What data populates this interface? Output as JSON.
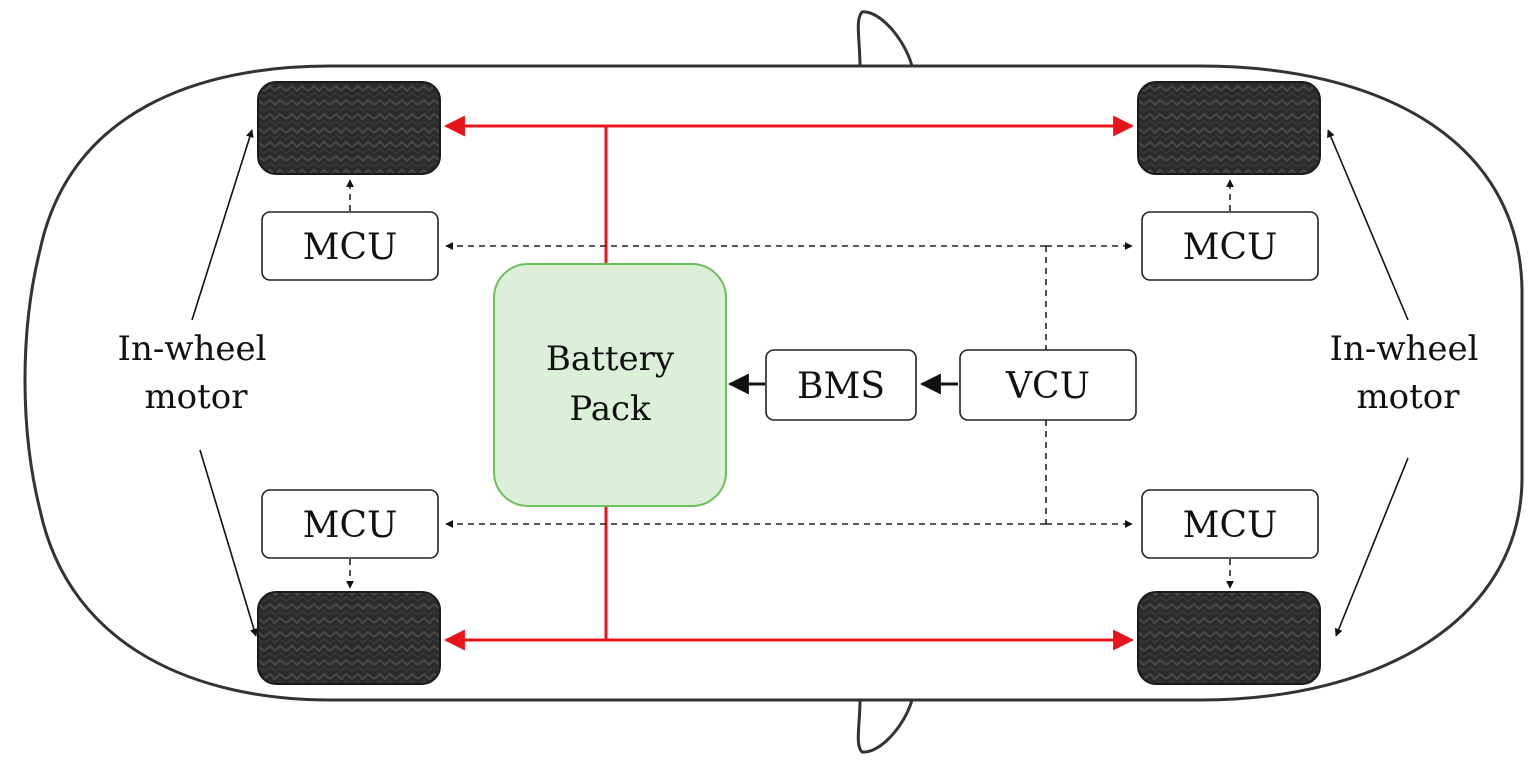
{
  "diagram": {
    "battery": {
      "line1": "Battery",
      "line2": "Pack",
      "fill": "#dcefd8",
      "stroke": "#6cbf5c"
    },
    "bms": {
      "label": "BMS"
    },
    "vcu": {
      "label": "VCU"
    },
    "mcu_front_left": {
      "label": "MCU"
    },
    "mcu_front_right": {
      "label": "MCU"
    },
    "mcu_rear_left": {
      "label": "MCU"
    },
    "mcu_rear_right": {
      "label": "MCU"
    },
    "motor_left": {
      "line1": "In-wheel",
      "line2": "motor"
    },
    "motor_right": {
      "line1": "In-wheel",
      "line2": "motor"
    },
    "colors": {
      "power_line": "#e8141b",
      "signal_line": "#222222",
      "outline": "#333333",
      "tire": "#2a2a2a"
    },
    "icons": {
      "wheel": "tire-icon",
      "car": "car-outline-icon"
    }
  }
}
